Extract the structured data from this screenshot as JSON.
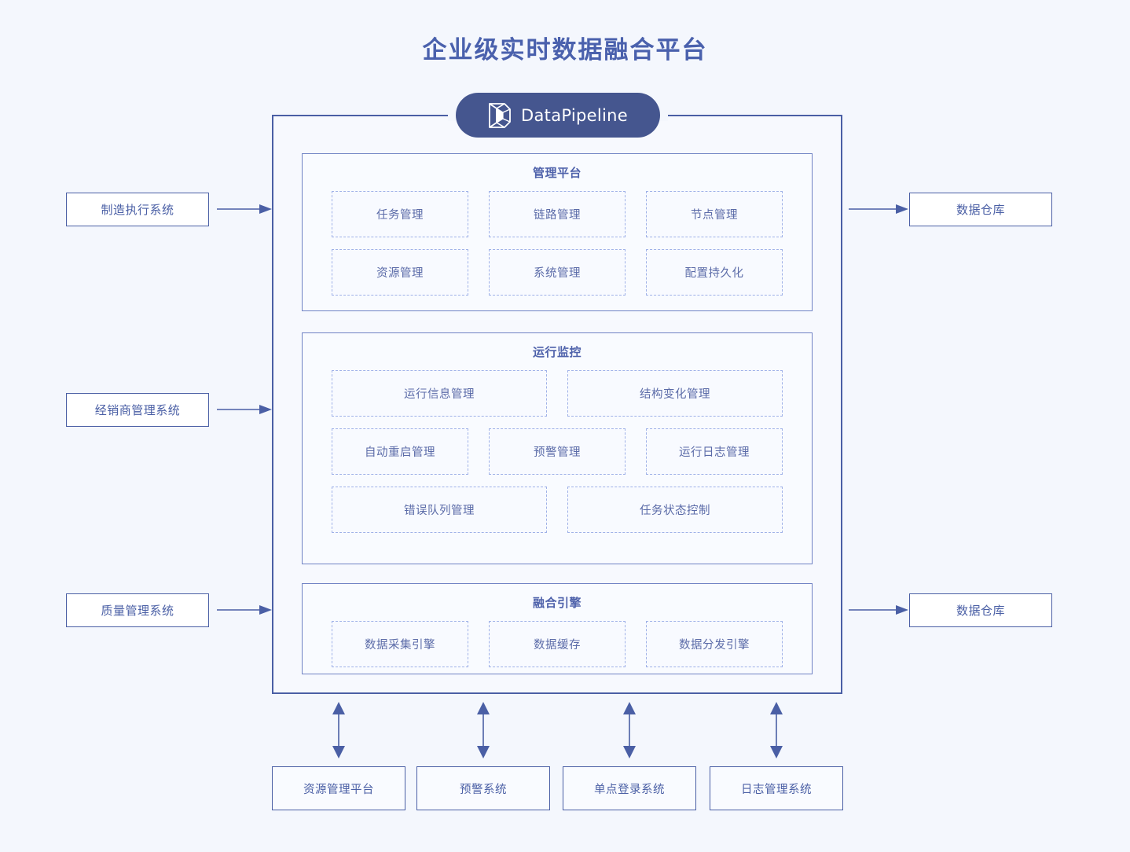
{
  "page": {
    "title": "企业级实时数据融合平台",
    "background_color": "#f4f7fd",
    "accent_color": "#4a5fa5",
    "logo_color": "#45568f",
    "dashed_border_color": "#9fb1e8"
  },
  "logo": {
    "text": "DataPipeline",
    "icon": "datapipeline-prism-icon"
  },
  "sources": [
    {
      "label": "制造执行系统"
    },
    {
      "label": "经销商管理系统"
    },
    {
      "label": "质量管理系统"
    }
  ],
  "destinations": [
    {
      "label": "数据仓库"
    },
    {
      "label": "数据仓库"
    }
  ],
  "sections": [
    {
      "id": "manage",
      "title": "管理平台",
      "rows": [
        [
          "任务管理",
          "链路管理",
          "节点管理"
        ],
        [
          "资源管理",
          "系统管理",
          "配置持久化"
        ]
      ]
    },
    {
      "id": "monitor",
      "title": "运行监控",
      "rows": [
        [
          "运行信息管理",
          "结构变化管理"
        ],
        [
          "自动重启管理",
          "预警管理",
          "运行日志管理"
        ],
        [
          "错误队列管理",
          "任务状态控制"
        ]
      ]
    },
    {
      "id": "engine",
      "title": "融合引擎",
      "rows": [
        [
          "数据采集引擎",
          "数据缓存",
          "数据分发引擎"
        ]
      ]
    }
  ],
  "bottom_systems": [
    {
      "label": "资源管理平台"
    },
    {
      "label": "预警系统"
    },
    {
      "label": "单点登录系统"
    },
    {
      "label": "日志管理系统"
    }
  ]
}
